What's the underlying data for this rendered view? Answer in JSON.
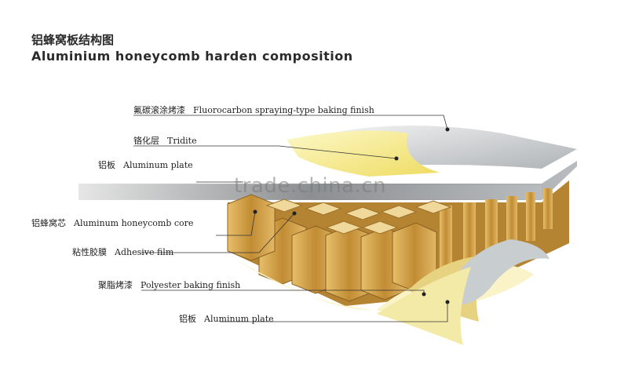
{
  "title": {
    "cn": "铝蜂窝板结构图",
    "en": "Aluminium honeycomb harden composition"
  },
  "layers": [
    {
      "cn": "氟碳滚涂烤漆",
      "en": "Fluorocarbon spraying-type baking finish"
    },
    {
      "cn": "铬化层",
      "en": "Tridite"
    },
    {
      "cn": "铝板",
      "en": "Aluminum plate"
    },
    {
      "cn": "铝蜂窝芯",
      "en": "Aluminum honeycomb core"
    },
    {
      "cn": "粘性胶膜",
      "en": "Adhesive film"
    },
    {
      "cn": "聚脂烤漆",
      "en": "Polyester baking finish"
    },
    {
      "cn": "铝板",
      "en": "Aluminum plate"
    }
  ],
  "watermark": "trade.china.cn",
  "colors": {
    "coating": "#d8dde0",
    "tridite": "#f1e27a",
    "plate": "#b9bcbe",
    "honeycomb": "#c99a45",
    "adhesive": "#f6eec0",
    "polyester": "#d7c07a",
    "leader": "#333333"
  }
}
